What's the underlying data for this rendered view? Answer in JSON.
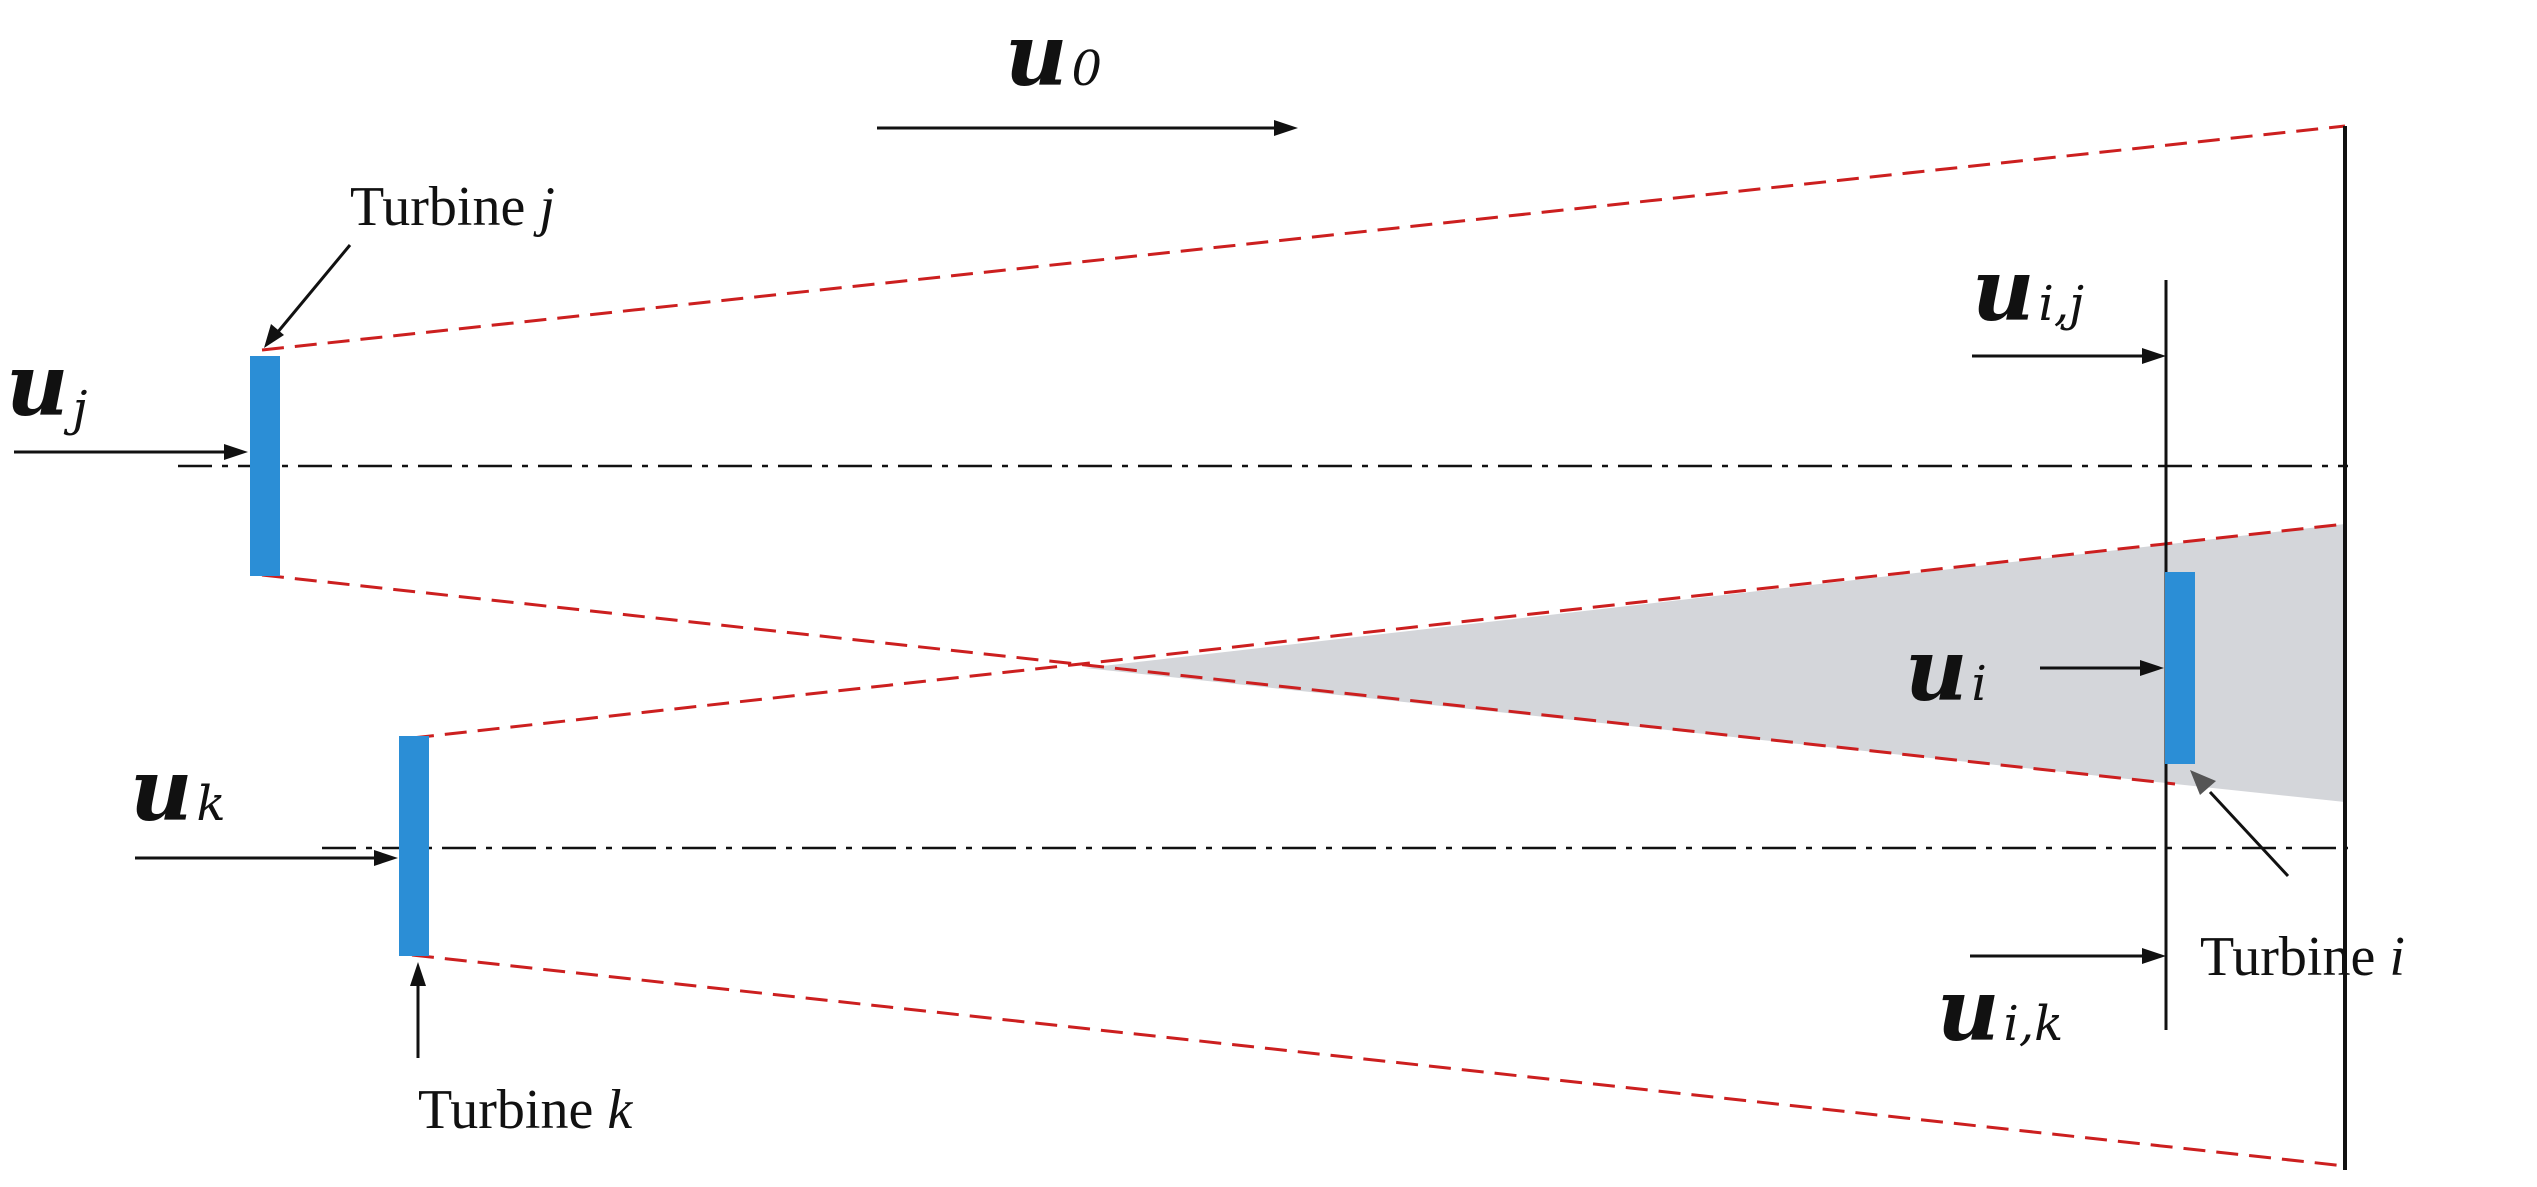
{
  "colors": {
    "wake_boundary": "#cc1f1f",
    "turbine": "#2b8ed6",
    "overlap_region": "#d4d6da",
    "line": "#111111"
  },
  "symbols": {
    "u0": {
      "base": "u",
      "sub": "0"
    },
    "uj": {
      "base": "u",
      "sub": "j"
    },
    "uk": {
      "base": "u",
      "sub": "k"
    },
    "uij": {
      "base": "u",
      "sub": "i,j"
    },
    "ui": {
      "base": "u",
      "sub": "i"
    },
    "uik": {
      "base": "u",
      "sub": "i,k"
    }
  },
  "labels": {
    "turbine_j": {
      "prefix": "Turbine ",
      "var": "j"
    },
    "turbine_k": {
      "prefix": "Turbine ",
      "var": "k"
    },
    "turbine_i": {
      "prefix": "Turbine ",
      "var": "i"
    }
  }
}
